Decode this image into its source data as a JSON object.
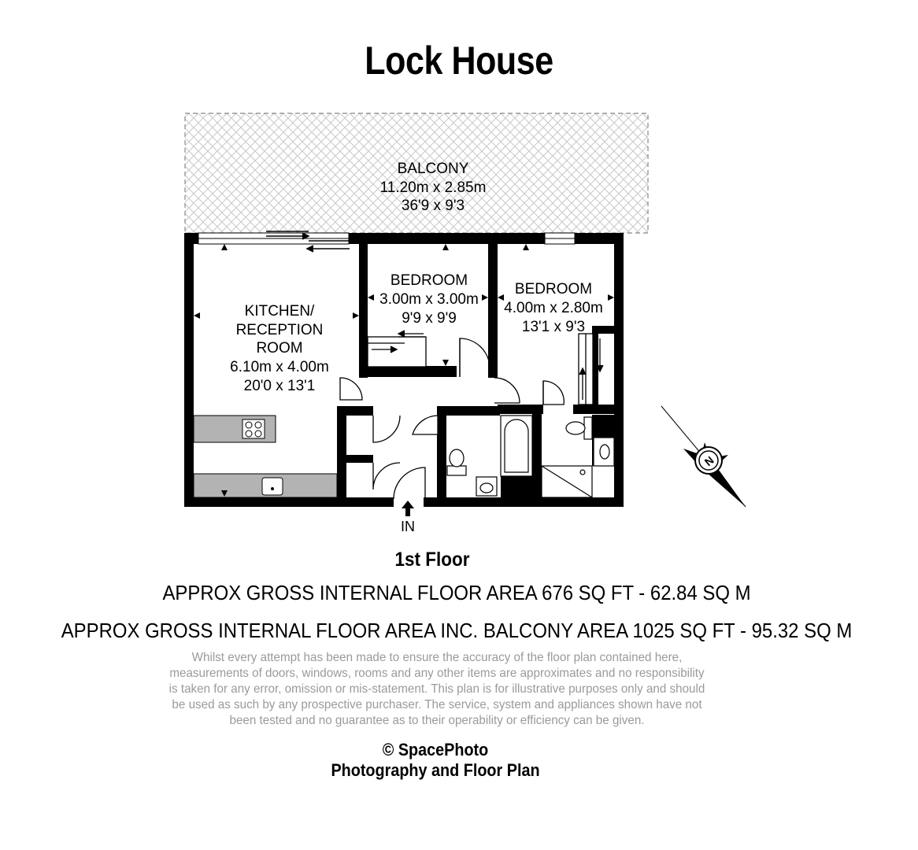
{
  "title": "Lock House",
  "rooms": {
    "balcony": {
      "name": "BALCONY",
      "metric": "11.20m x 2.85m",
      "imperial": "36'9 x 9'3"
    },
    "bedroom1": {
      "name": "BEDROOM",
      "metric": "3.00m x 3.00m",
      "imperial": "9'9 x 9'9"
    },
    "bedroom2": {
      "name": "BEDROOM",
      "metric": "4.00m x 2.80m",
      "imperial": "13'1 x 9'3"
    },
    "kitchen": {
      "name_line1": "KITCHEN/",
      "name_line2": "RECEPTION",
      "name_line3": "ROOM",
      "metric": "6.10m x 4.00m",
      "imperial": "20'0 x 13'1"
    }
  },
  "entrance_label": "IN",
  "compass_label": "N",
  "floor_label": "1st Floor",
  "area_line1": "APPROX GROSS INTERNAL FLOOR AREA  676 SQ FT -  62.84 SQ M",
  "area_line2": "APPROX GROSS INTERNAL FLOOR AREA INC. BALCONY AREA 1025 SQ FT -  95.32 SQ M",
  "disclaimer": "Whilst every attempt has been made to ensure the accuracy of the floor plan contained here, measurements of doors, windows, rooms and any other items are approximates and no responsibility is taken for any error, omission or mis-statement. This plan is for illustrative purposes only and should be used as such by any prospective purchaser. The service, system and appliances shown have not been tested and no guarantee as to their operability or efficiency can be given.",
  "credit_line1": "© SpacePhoto",
  "credit_line2": "Photography and Floor Plan",
  "colors": {
    "wall": "#000000",
    "fixture": "#b3b3b3",
    "hatch": "#c8c8c8",
    "disclaimer_text": "#9a9a9a"
  }
}
